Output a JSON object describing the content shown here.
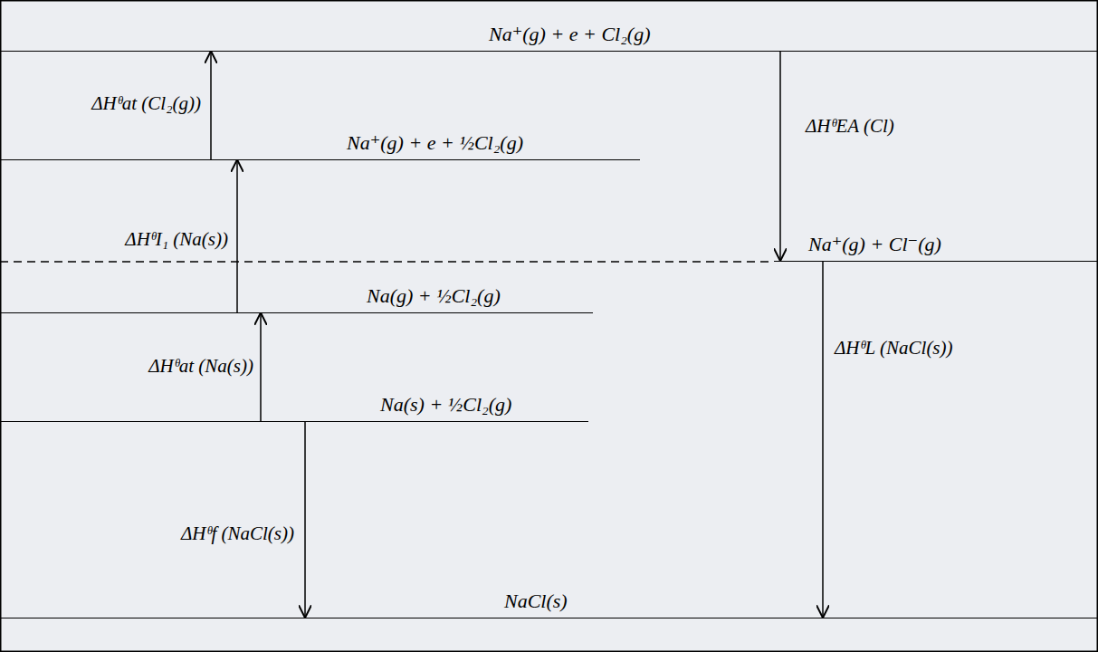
{
  "diagram": {
    "nodes": [
      {
        "text": [
          "Na⁺(g) + e + Cl₂(g)"
        ]
      },
      {
        "text": [
          "Na⁺(g) + e + ½Cl₂(g)"
        ]
      },
      {
        "text": [
          "Na⁺(g) + Cl⁻(g)"
        ]
      },
      {
        "text": [
          "Na(g) + ½Cl₂(g)"
        ]
      },
      {
        "text": [
          "Na(s) + ½Cl₂(g)"
        ]
      },
      {
        "text": [
          "NaCl(s)"
        ]
      }
    ],
    "edges": [
      {
        "from": 4,
        "to": 5,
        "arrow": "to",
        "label": "ΔHᶿf (NaCl(s))"
      },
      {
        "from": 4,
        "to": 3,
        "arrow": "to",
        "label": "ΔHᶿat (Na(s))"
      },
      {
        "from": 3,
        "to": 1,
        "arrow": "to",
        "label": "ΔHᶿI₁ (Na(s))"
      },
      {
        "from": 1,
        "to": 0,
        "arrow": "to",
        "label": "ΔHᶿat (Cl₂(g))"
      },
      {
        "from": 0,
        "to": 2,
        "arrow": "to",
        "label": "ΔHᶿEA (Cl)"
      },
      {
        "from": 2,
        "to": 5,
        "arrow": "to",
        "label": "ΔHᶿL (NaCl(s))"
      }
    ]
  }
}
